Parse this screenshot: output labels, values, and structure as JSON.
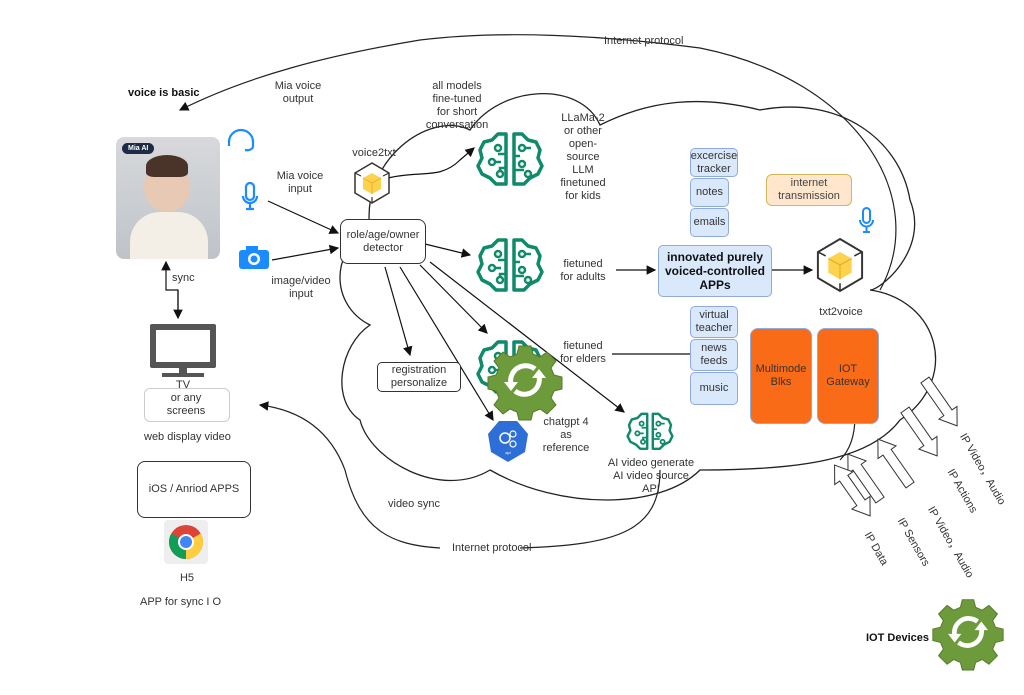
{
  "title_note": "voice is basic",
  "user": {
    "badge": "Mia AI",
    "sync_label": "sync"
  },
  "labels": {
    "mia_voice_output": "Mia voice\noutput",
    "mia_voice_input": "Mia voice\ninput",
    "image_video_input": "image/video\ninput",
    "voice2txt": "voice2txt",
    "txt2voice": "txt2voice",
    "all_models": "all models\nfine-tuned\nfor short\nconversation",
    "llm_kids": "LLaMa-2\nor other\nopen-\nsource\nLLM\nfinetuned\nfor kids",
    "adults": "fietuned\nfor adults",
    "elders": "fietuned\nfor elders",
    "chatgpt": "chatgpt 4\nas\nreference",
    "ai_video": "AI video generate\nAI video source\nAPI",
    "internet_protocol_top": "Internet protocol",
    "internet_protocol_bottom": "Internet protocol",
    "video_sync": "video sync",
    "tv": "TV",
    "any_screens": "or any\nscreens",
    "web_display": "web display video",
    "h5": "H5",
    "app_sync": "APP  for sync  I O",
    "iot_devices": "IOT Devices"
  },
  "boxes": {
    "detector": "role/age/owner\ndetector",
    "registration": "registration\npersonalize",
    "ios_android": "iOS / Anriod APPS",
    "main_apps": "innovated purely\nvoiced-controlled\nAPPs",
    "internet_transmission": "internet\ntransmission",
    "multimode": "Multimode\nBlks",
    "iot_gateway": "IOT\nGateway"
  },
  "apps_top": [
    "excercise\ntracker",
    "notes",
    "emails"
  ],
  "apps_bottom": [
    "virtual\nteacher",
    "news\nfeeds",
    "music"
  ],
  "io_arrows": [
    "IP Video，Audio",
    "IP Actions",
    "IP Video，Audio",
    "IP Sensors",
    "IP Data"
  ],
  "colors": {
    "brain_green": "#0f8a6a",
    "gear_green": "#6d9a3a",
    "icon_blue": "#1a8cff",
    "api_blue": "#2d6fd6",
    "cube_yellow": "#ffd24d",
    "orange": "#fa6b17"
  }
}
